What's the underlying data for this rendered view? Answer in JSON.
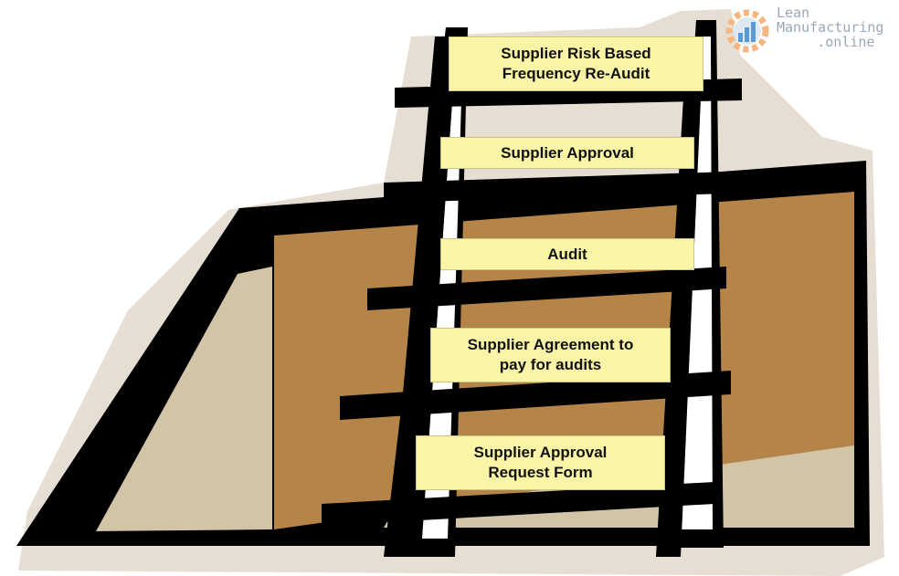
{
  "steps": {
    "s1": {
      "line1": "Supplier Risk Based",
      "line2": "Frequency Re-Audit"
    },
    "s2": {
      "line1": "Supplier Approval"
    },
    "s3": {
      "line1": "Audit"
    },
    "s4": {
      "line1": "Supplier Agreement to",
      "line2": "pay for audits"
    },
    "s5": {
      "line1": "Supplier Approval",
      "line2": "Request Form"
    }
  },
  "logo": {
    "line1": "Lean",
    "line2": "Manufacturing",
    "line3": ".online",
    "icon": "gear-chart-icon"
  },
  "colors": {
    "ladder": "#000000",
    "label_bg": "#faf5a6",
    "hole_wall": "#b58448",
    "hole_floor": "#d2c4a7",
    "shadow": "#e6ddd3"
  }
}
